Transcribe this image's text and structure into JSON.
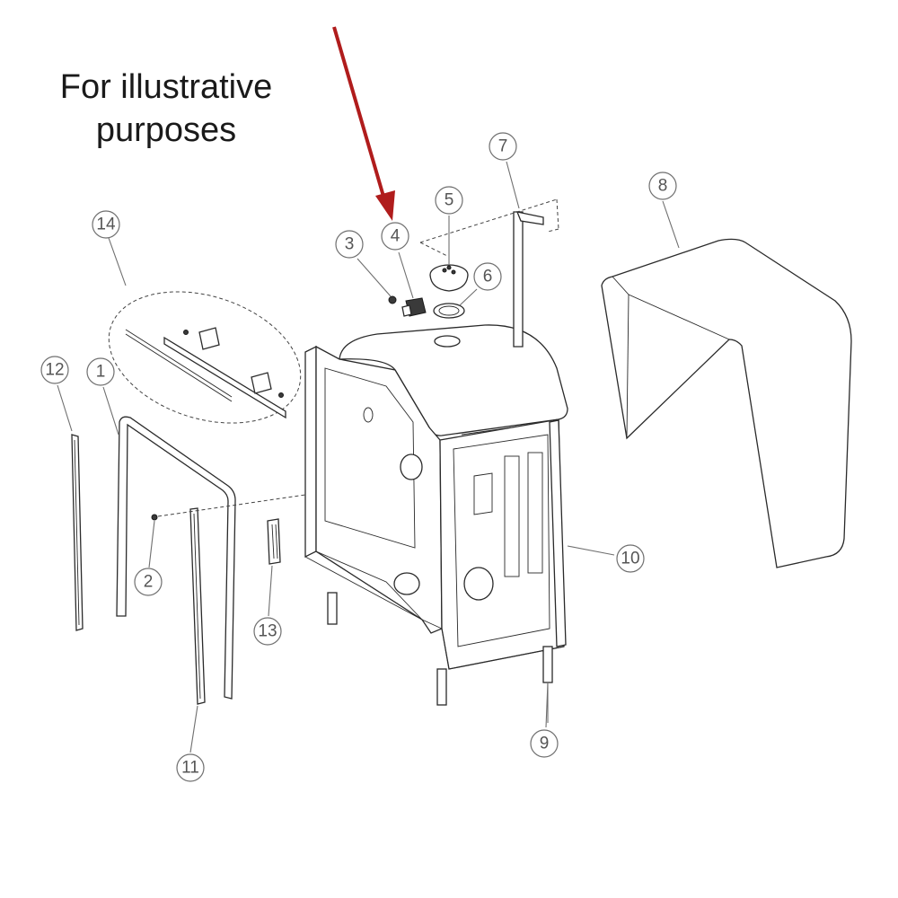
{
  "caption": {
    "line1": "For illustrative",
    "line2": "purposes"
  },
  "colors": {
    "arrow": "#b01c1c",
    "line": "#2a2a2a",
    "callout": "#6f6f6f"
  },
  "callouts": [
    {
      "id": "1",
      "label": "1"
    },
    {
      "id": "2",
      "label": "2"
    },
    {
      "id": "3",
      "label": "3"
    },
    {
      "id": "4",
      "label": "4"
    },
    {
      "id": "5",
      "label": "5"
    },
    {
      "id": "6",
      "label": "6"
    },
    {
      "id": "7",
      "label": "7"
    },
    {
      "id": "8",
      "label": "8"
    },
    {
      "id": "9",
      "label": "9"
    },
    {
      "id": "10",
      "label": "10"
    },
    {
      "id": "11",
      "label": "11"
    },
    {
      "id": "12",
      "label": "12"
    },
    {
      "id": "13",
      "label": "13"
    },
    {
      "id": "14",
      "label": "14"
    }
  ],
  "highlight": {
    "points_to": "4"
  }
}
